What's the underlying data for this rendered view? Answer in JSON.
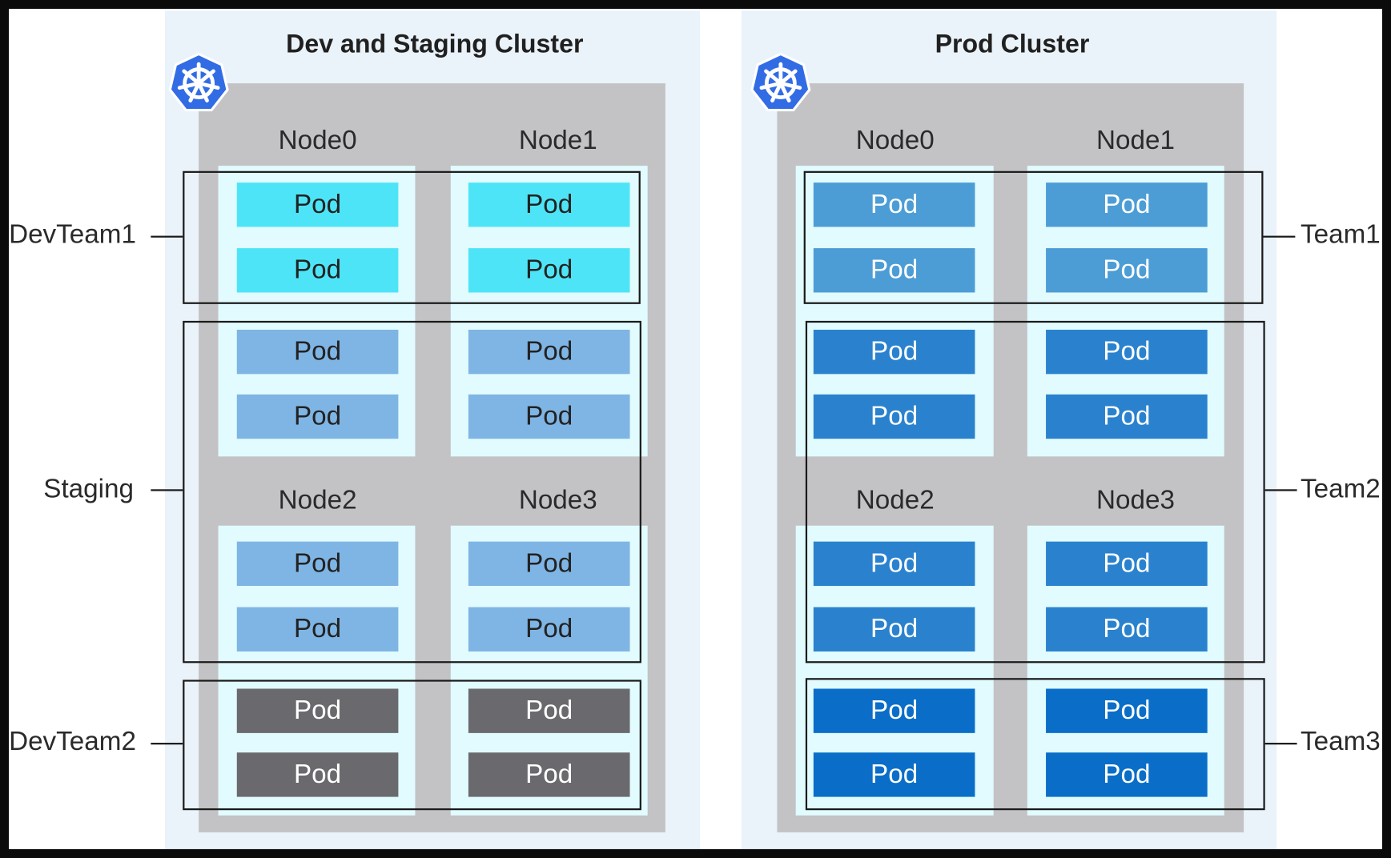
{
  "clusters": [
    {
      "title": "Dev and Staging Cluster",
      "icon": "kubernetes-helm-icon",
      "nodes": [
        "Node0",
        "Node1",
        "Node2",
        "Node3"
      ],
      "groups": [
        {
          "label": "DevTeam1",
          "pod_color": "#4ee4f7",
          "pod_text_color": "#222222"
        },
        {
          "label": "Staging",
          "pod_color": "#7fb5e4",
          "pod_text_color": "#222222"
        },
        {
          "label": "DevTeam2",
          "pod_color": "#6a696d",
          "pod_text_color": "#ffffff"
        }
      ]
    },
    {
      "title": "Prod Cluster",
      "icon": "kubernetes-helm-icon",
      "nodes": [
        "Node0",
        "Node1",
        "Node2",
        "Node3"
      ],
      "groups": [
        {
          "label": "Team1",
          "pod_color": "#4c9dd6",
          "pod_text_color": "#ffffff"
        },
        {
          "label": "Team2",
          "pod_color": "#2a82ce",
          "pod_text_color": "#ffffff"
        },
        {
          "label": "Team3",
          "pod_color": "#0a6ec8",
          "pod_text_color": "#ffffff"
        }
      ]
    }
  ],
  "pod_label": "Pod",
  "colors": {
    "panel_background": "#eaf2fa",
    "node_area": "#c3c2c5",
    "node_box": "#e1fbfe",
    "kubernetes_blue": "#326ce5"
  }
}
